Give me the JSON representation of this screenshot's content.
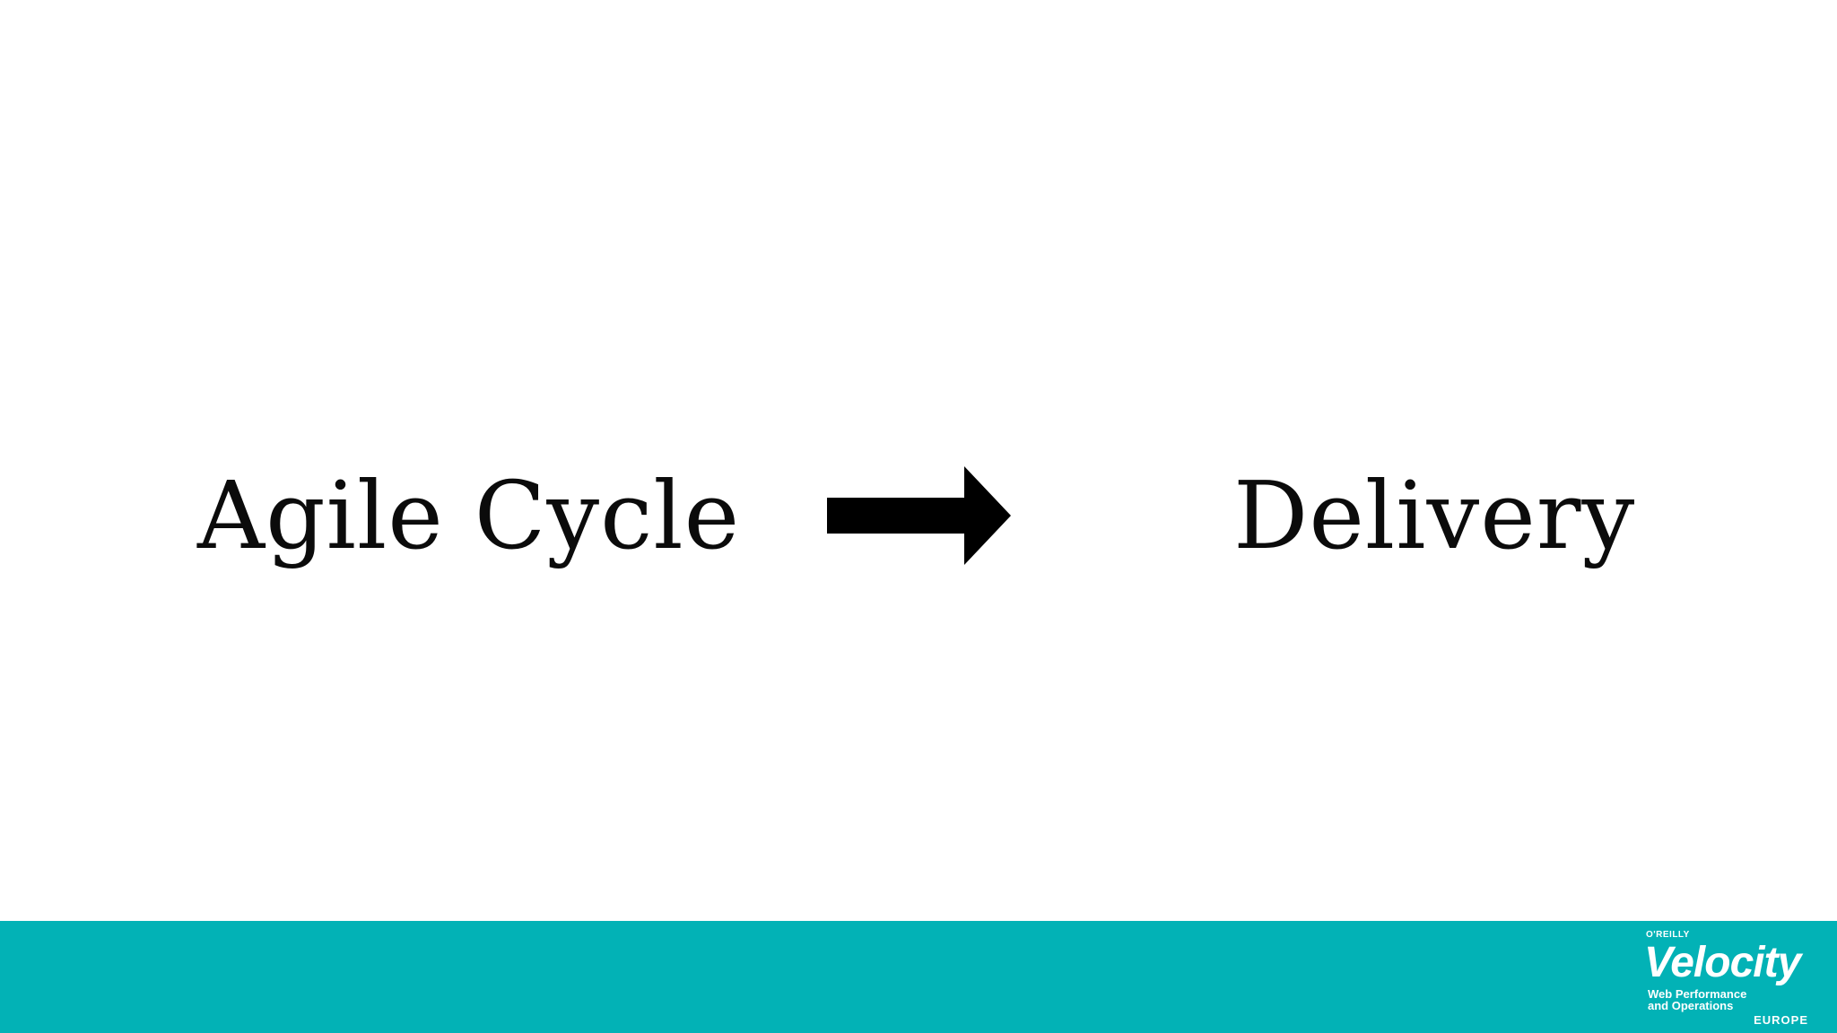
{
  "slide": {
    "left_text": "Agile Cycle",
    "right_text": "Delivery",
    "arrow_icon": "right-arrow-icon"
  },
  "branding": {
    "publisher": "O'REILLY",
    "brand": "Velocity",
    "line1": "Web Performance",
    "line2": "and Operations",
    "region": "EUROPE"
  },
  "colors": {
    "background": "#ffffff",
    "text": "#0b0b0b",
    "footer": "#02b2b6",
    "logo": "#ffffff"
  }
}
